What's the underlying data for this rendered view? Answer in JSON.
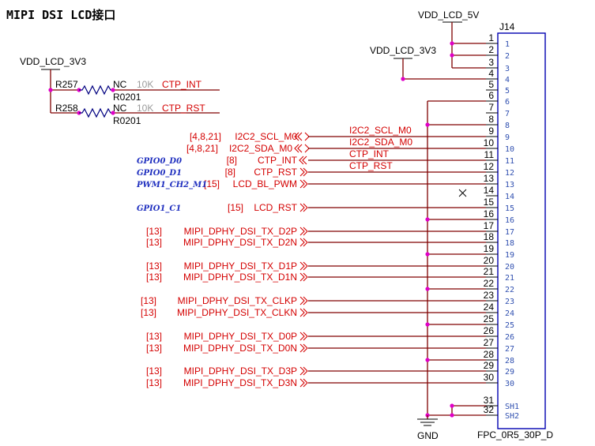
{
  "title": "MIPI DSI LCD接口",
  "power": {
    "vdd_5v": "VDD_LCD_5V",
    "vdd_3v3_right": "VDD_LCD_3V3",
    "vdd_3v3_left": "VDD_LCD_3V3",
    "gnd": "GND"
  },
  "connector": {
    "ref": "J14",
    "part": "FPC_0R5_30P_D",
    "pin_numbers": [
      "1",
      "2",
      "3",
      "4",
      "5",
      "6",
      "7",
      "8",
      "9",
      "10",
      "11",
      "12",
      "13",
      "14",
      "15",
      "16",
      "17",
      "18",
      "19",
      "20",
      "21",
      "22",
      "23",
      "24",
      "25",
      "26",
      "27",
      "28",
      "29",
      "30"
    ],
    "shield_numbers": [
      "31",
      "32"
    ],
    "pin_names": [
      "1",
      "2",
      "3",
      "4",
      "5",
      "6",
      "7",
      "8",
      "9",
      "10",
      "11",
      "12",
      "13",
      "14",
      "15",
      "16",
      "17",
      "18",
      "19",
      "20",
      "21",
      "22",
      "23",
      "24",
      "25",
      "26",
      "27",
      "28",
      "29",
      "30"
    ],
    "shield_names": [
      "SH1",
      "SH2"
    ]
  },
  "resistors": [
    {
      "ref": "R257",
      "value": "NC",
      "value2": "10K",
      "package": "R0201",
      "net": "CTP_INT"
    },
    {
      "ref": "R258",
      "value": "NC",
      "value2": "10K",
      "package": "R0201",
      "net": "CTP_RST"
    }
  ],
  "left_signals": [
    {
      "sheet": "[4,8,21]",
      "name": "I2C2_SCL_M0",
      "gpio": ""
    },
    {
      "sheet": "[4,8,21]",
      "name": "I2C2_SDA_M0",
      "gpio": ""
    },
    {
      "sheet": "[8]",
      "name": "CTP_INT",
      "gpio": "GPIO0_D0"
    },
    {
      "sheet": "[8]",
      "name": "CTP_RST",
      "gpio": "GPIO0_D1"
    },
    {
      "sheet": "[15]",
      "name": "LCD_BL_PWM",
      "gpio": "PWM1_CH2_M1"
    },
    {
      "sheet": "[15]",
      "name": "LCD_RST",
      "gpio": "GPIO1_C1"
    },
    {
      "sheet": "[13]",
      "name": "MIPI_DPHY_DSI_TX_D2P",
      "gpio": ""
    },
    {
      "sheet": "[13]",
      "name": "MIPI_DPHY_DSI_TX_D2N",
      "gpio": ""
    },
    {
      "sheet": "[13]",
      "name": "MIPI_DPHY_DSI_TX_D1P",
      "gpio": ""
    },
    {
      "sheet": "[13]",
      "name": "MIPI_DPHY_DSI_TX_D1N",
      "gpio": ""
    },
    {
      "sheet": "[13]",
      "name": "MIPI_DPHY_DSI_TX_CLKP",
      "gpio": ""
    },
    {
      "sheet": "[13]",
      "name": "MIPI_DPHY_DSI_TX_CLKN",
      "gpio": ""
    },
    {
      "sheet": "[13]",
      "name": "MIPI_DPHY_DSI_TX_D0P",
      "gpio": ""
    },
    {
      "sheet": "[13]",
      "name": "MIPI_DPHY_DSI_TX_D0N",
      "gpio": ""
    },
    {
      "sheet": "[13]",
      "name": "MIPI_DPHY_DSI_TX_D3P",
      "gpio": ""
    },
    {
      "sheet": "[13]",
      "name": "MIPI_DPHY_DSI_TX_D3N",
      "gpio": ""
    }
  ],
  "right_net_labels": [
    "I2C2_SCL_M0",
    "I2C2_SDA_M0",
    "CTP_INT",
    "CTP_RST"
  ]
}
